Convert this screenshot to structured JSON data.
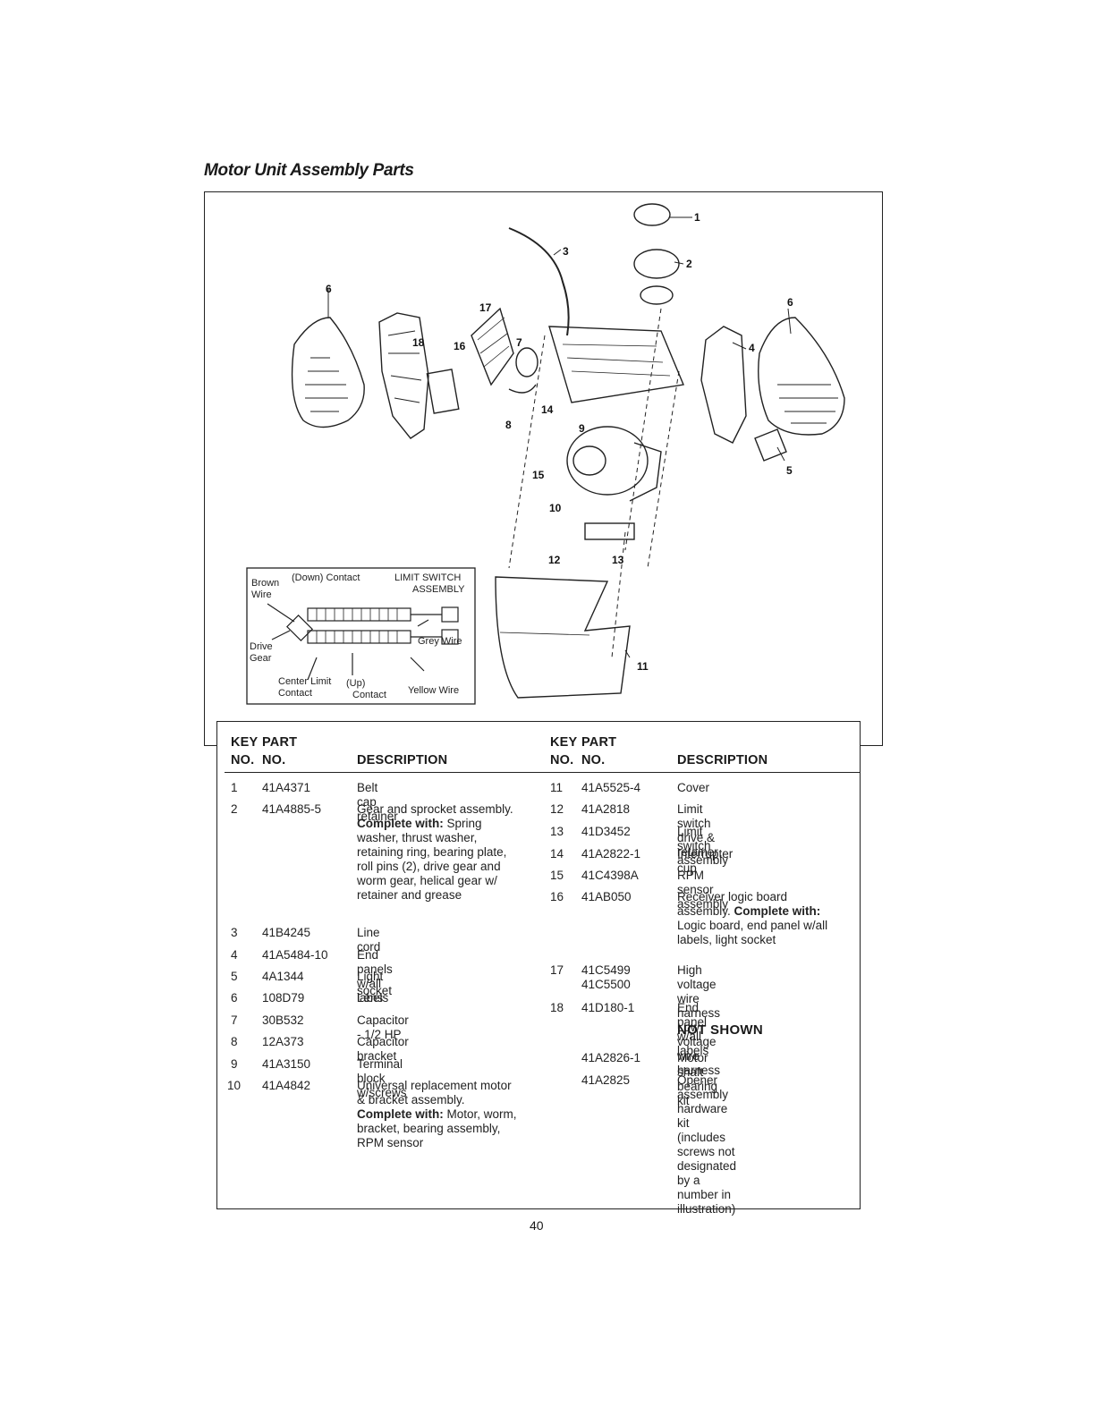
{
  "page": {
    "title": "Motor Unit Assembly Parts",
    "page_number": "40"
  },
  "diagram": {
    "callouts": [
      "1",
      "2",
      "3",
      "4",
      "5",
      "6",
      "6",
      "7",
      "8",
      "9",
      "10",
      "11",
      "12",
      "13",
      "14",
      "15",
      "16",
      "17",
      "18"
    ],
    "inset": {
      "brown_wire": "Brown",
      "brown_wire2": "Wire",
      "down_contact": "(Down) Contact",
      "limit_switch": "LIMIT SWITCH",
      "assembly": "ASSEMBLY",
      "grey_wire": "Grey Wire",
      "drive_gear": "Drive",
      "drive_gear2": "Gear",
      "center_limit": "Center Limit",
      "contact": "Contact",
      "up": "(Up)",
      "up_contact": "Contact",
      "yellow_wire": "Yellow Wire"
    }
  },
  "table": {
    "headers": {
      "key": "KEY",
      "no": "NO.",
      "part": "PART",
      "part_no": "NO.",
      "description": "DESCRIPTION"
    },
    "left": [
      {
        "key": "1",
        "part": "41A4371",
        "desc": "Belt cap retainer"
      },
      {
        "key": "2",
        "part": "41A4885-5",
        "desc": "Gear and sprocket assembly.",
        "bold": "Complete with:",
        "rest": " Spring\nwasher, thrust washer,\nretaining ring, bearing plate,\nroll pins (2), drive gear and\nworm gear, helical gear w/\nretainer and grease"
      },
      {
        "key": "3",
        "part": "41B4245",
        "desc": "Line cord"
      },
      {
        "key": "4",
        "part": "41A5484-10",
        "desc": "End panels w/all labels"
      },
      {
        "key": "5",
        "part": "4A1344",
        "desc": "Light socket"
      },
      {
        "key": "6",
        "part": "108D79",
        "desc": "Lens"
      },
      {
        "key": "7",
        "part": "30B532",
        "desc": "Capacitor - 1/2 HP"
      },
      {
        "key": "8",
        "part": "12A373",
        "desc": "Capacitor bracket"
      },
      {
        "key": "9",
        "part": "41A3150",
        "desc": "Terminal block w/screws"
      },
      {
        "key": "10",
        "part": "41A4842",
        "desc": "Universal replacement motor\n& bracket assembly.",
        "bold": "Complete with:",
        "rest": " Motor, worm,\nbracket, bearing assembly,\nRPM sensor"
      }
    ],
    "right": [
      {
        "key": "11",
        "part": "41A5525-4",
        "desc": "Cover"
      },
      {
        "key": "12",
        "part": "41A2818",
        "desc": "Limit switch drive & retainer"
      },
      {
        "key": "13",
        "part": "41D3452",
        "desc": "Limit switch assembly"
      },
      {
        "key": "14",
        "part": "41A2822-1",
        "desc": "Interrupter cup"
      },
      {
        "key": "15",
        "part": "41C4398A",
        "desc": "RPM sensor assembly"
      },
      {
        "key": "16",
        "part": "41AB050",
        "desc": "Receiver logic board\nassembly.",
        "bold": "Complete with:",
        "rest": "\nLogic board, end panel w/all\nlabels, light socket"
      },
      {
        "key": "17",
        "part": "41C5499\n41C5500",
        "desc": "High voltage wire harness\nLow voltage wire harness"
      },
      {
        "key": "18",
        "part": "41D180-1",
        "desc": "End panel w/all labels"
      }
    ],
    "not_shown_label": "NOT SHOWN",
    "not_shown": [
      {
        "part": "41A2826-1",
        "desc": "Motor shaft bearing kit"
      },
      {
        "part": "41A2825",
        "desc": "Opener assembly hardware\nkit (includes screws not\ndesignated by a number in\nillustration)"
      }
    ]
  }
}
